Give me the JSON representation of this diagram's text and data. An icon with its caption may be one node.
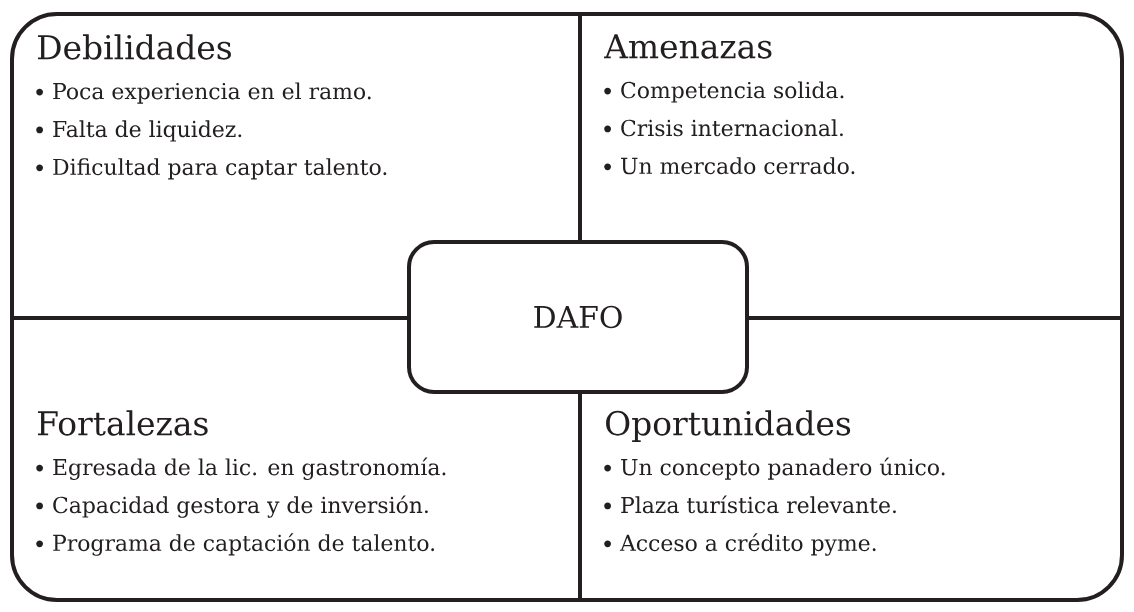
{
  "diagram": {
    "nodes": [
      {
        "text": [
          "Debilidades",
          "Poca experiencia en el ramo.",
          "Falta de liquidez.",
          "Dificultad para captar talento."
        ]
      },
      {
        "text": [
          "Amenazas",
          "Competencia solida.",
          "Crisis internacional.",
          "Un mercado cerrado."
        ]
      },
      {
        "text": [
          "DAFO"
        ]
      },
      {
        "text": [
          "Fortalezas",
          "Egresada de la lic. en gastronomía.",
          "Capacidad gestora y de inversión.",
          "Programa de captación de talento."
        ]
      },
      {
        "text": [
          "Oportunidades",
          "Un concepto panadero único.",
          "Plaza turística relevante.",
          "Acceso a crédito pyme."
        ]
      }
    ]
  }
}
